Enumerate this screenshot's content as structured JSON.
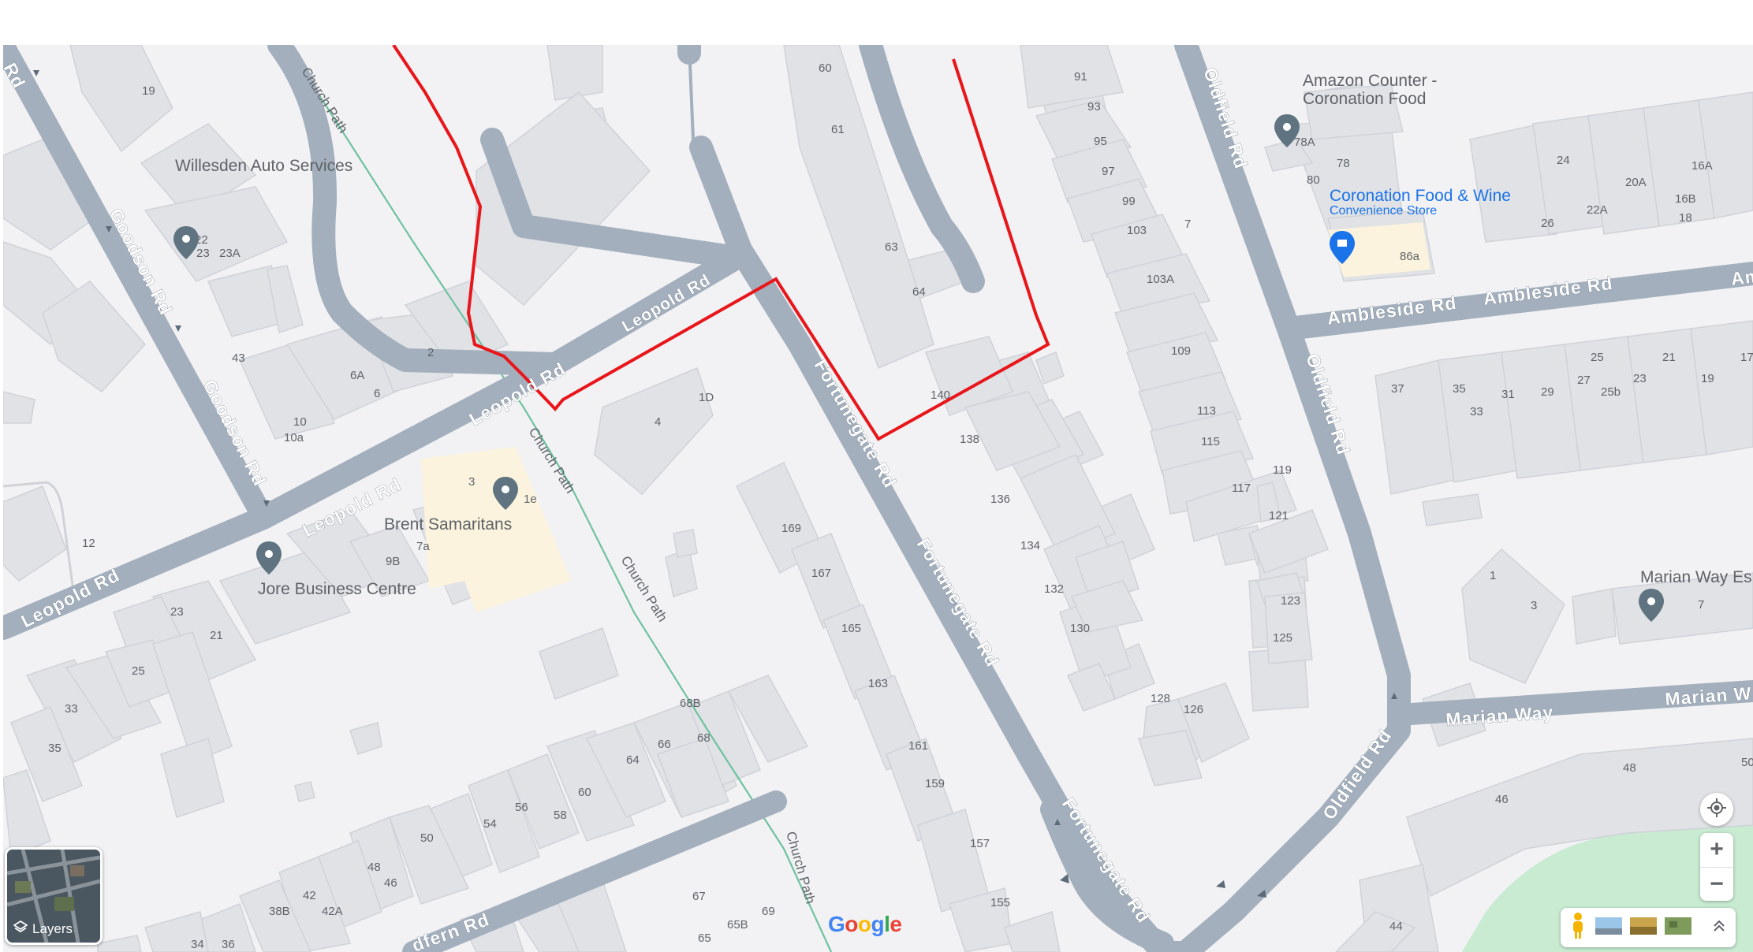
{
  "roads": {
    "leopold": "Leopold Rd",
    "goodson": "Goodson Rd",
    "fortunegate": "Fortunegate Rd",
    "oldfield": "Oldfield Rd",
    "ambleside": "Ambleside Rd",
    "marian": "Marian Way",
    "marian_cut": "Marian W",
    "redfern": "dfern Rd",
    "church_path": "Church Path",
    "edge_rd": "Rd",
    "edge_am": "Am"
  },
  "pois": {
    "willesden": "Willesden Auto Services",
    "amazon_line1": "Amazon Counter -",
    "amazon_line2": "Coronation Food",
    "coronation_name": "Coronation Food & Wine",
    "coronation_type": "Convenience Store",
    "brent": "Brent Samaritans",
    "jore": "Jore Business Centre",
    "marian_es": "Marian Way Es"
  },
  "house_numbers": {
    "h19": "19",
    "h22": "22",
    "h23": "23",
    "h23a": "23A",
    "h43": "43",
    "h6a": "6A",
    "h6": "6",
    "h2": "2",
    "h10": "10",
    "h10a": "10a",
    "h12": "12",
    "h3": "3",
    "h1e": "1e",
    "h7a": "7a",
    "h9b": "9B",
    "h23b": "23",
    "h21": "21",
    "h25": "25",
    "h33": "33",
    "h35": "35",
    "h4": "4",
    "h1d": "1D",
    "h60": "60",
    "h61": "61",
    "h63": "63",
    "h64": "64",
    "h140": "140",
    "h138": "138",
    "h136": "136",
    "h134": "134",
    "h132": "132",
    "h130": "130",
    "h169": "169",
    "h167": "167",
    "h165": "165",
    "h163": "163",
    "h161": "161",
    "h159": "159",
    "h157": "157",
    "h155": "155",
    "h68b": "68B",
    "h68": "68",
    "h66": "66",
    "h64b": "64",
    "h60b": "60",
    "h58": "58",
    "h56": "56",
    "h54": "54",
    "h50": "50",
    "h48": "48",
    "h46": "46",
    "h42": "42",
    "h42a": "42A",
    "h38b": "38B",
    "h34": "34",
    "h36": "36",
    "h67": "67",
    "h69": "69",
    "h65": "65",
    "h65b": "65B",
    "h91": "91",
    "h93": "93",
    "h95": "95",
    "h97": "97",
    "h99": "99",
    "h103": "103",
    "h7": "7",
    "h103a": "103A",
    "h109": "109",
    "h113": "113",
    "h115": "115",
    "h117": "117",
    "h119": "119",
    "h121": "121",
    "h123": "123",
    "h125": "125",
    "h128": "128",
    "h126": "126",
    "h78a": "78A",
    "h78": "78",
    "h80": "80",
    "h86a": "86a",
    "h24": "24",
    "h26": "26",
    "h20a": "20A",
    "h22a": "22A",
    "h16a": "16A",
    "h16b": "16B",
    "h18": "18",
    "h37": "37",
    "h35b": "35",
    "h33b": "33",
    "h31": "31",
    "h29": "29",
    "h27": "27",
    "h25b": "25b",
    "h25c": "25",
    "h23c": "23",
    "h21b": "21",
    "h19b": "19",
    "h17": "17",
    "h1": "1",
    "h3b": "3",
    "h7b": "7",
    "h48b": "48",
    "h50b": "50",
    "h46b": "46",
    "h44": "44"
  },
  "controls": {
    "layers_label": "Layers",
    "zoom_in": "+",
    "zoom_out": "−",
    "logo": "Google"
  },
  "colors": {
    "route_outline": "#e8161b",
    "road": "#a3afbd",
    "building": "#e0e2e6",
    "park": "#c8ebd2",
    "path": "#6fc2a0",
    "pin": "#5f7480",
    "pin_blue": "#1a73e8"
  }
}
